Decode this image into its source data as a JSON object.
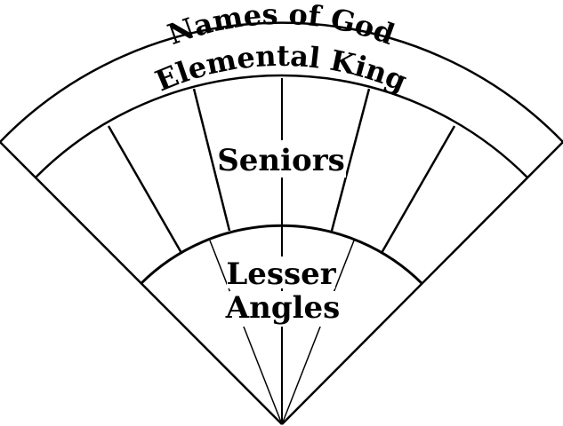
{
  "title": "Names of God",
  "band_label": "Elemental King",
  "sections": {
    "seniors": "Seniors",
    "lesser_angles_line1": "Lesser",
    "lesser_angles_line2": "Angles"
  },
  "colors": {
    "background": "#ffffff",
    "ink": "#000000"
  }
}
